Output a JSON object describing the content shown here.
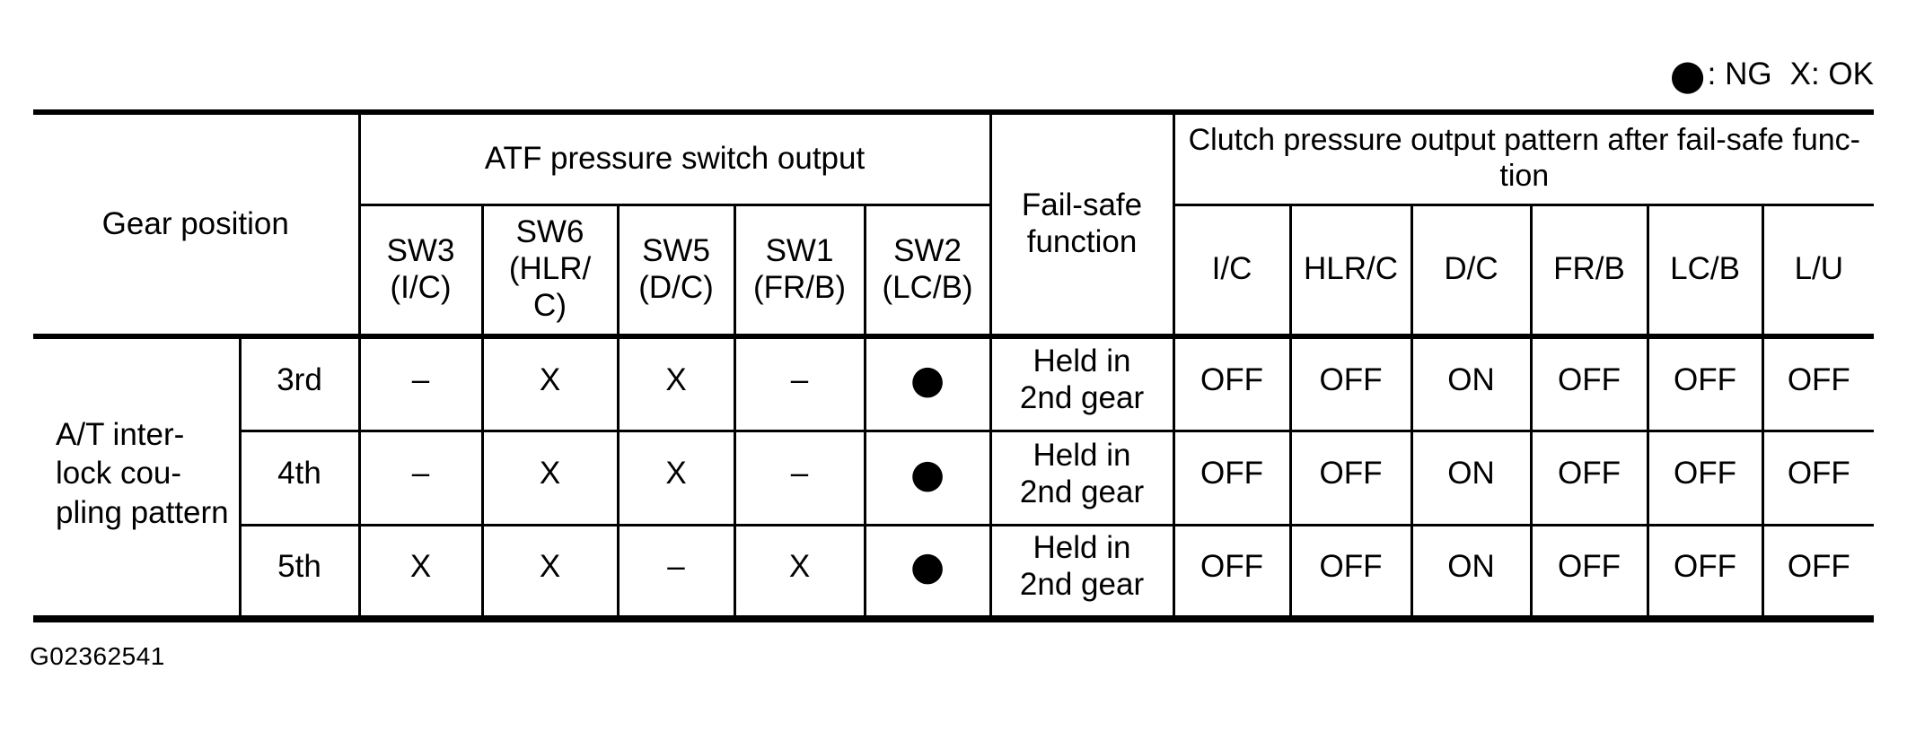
{
  "legend": {
    "ng_symbol": "●",
    "ng_label": ": NG",
    "ok_symbol": "X",
    "ok_label": ": OK"
  },
  "table": {
    "headers": {
      "gear_position": "Gear position",
      "atf_group": "ATF pressure switch output",
      "fail_safe": "Fail-safe\nfunction",
      "clutch_group": "Clutch pressure output pattern after fail-safe func-\ntion",
      "sw": [
        "SW3\n(I/C)",
        "SW6\n(HLR/\nC)",
        "SW5\n(D/C)",
        "SW1\n(FR/B)",
        "SW2\n(LC/B)"
      ],
      "clutch": [
        "I/C",
        "HLR/C",
        "D/C",
        "FR/B",
        "LC/B",
        "L/U"
      ]
    },
    "row_group_label": "A/T inter-\nlock cou-\npling pattern",
    "rows": [
      {
        "gear": "3rd",
        "sw": [
          "–",
          "X",
          "X",
          "–",
          "●"
        ],
        "fail_safe": "Held in\n2nd gear",
        "clutch": [
          "OFF",
          "OFF",
          "ON",
          "OFF",
          "OFF",
          "OFF"
        ]
      },
      {
        "gear": "4th",
        "sw": [
          "–",
          "X",
          "X",
          "–",
          "●"
        ],
        "fail_safe": "Held in\n2nd gear",
        "clutch": [
          "OFF",
          "OFF",
          "ON",
          "OFF",
          "OFF",
          "OFF"
        ]
      },
      {
        "gear": "5th",
        "sw": [
          "X",
          "X",
          "–",
          "X",
          "●"
        ],
        "fail_safe": "Held in\n2nd gear",
        "clutch": [
          "OFF",
          "OFF",
          "ON",
          "OFF",
          "OFF",
          "OFF"
        ]
      }
    ]
  },
  "caption": "G02362541"
}
